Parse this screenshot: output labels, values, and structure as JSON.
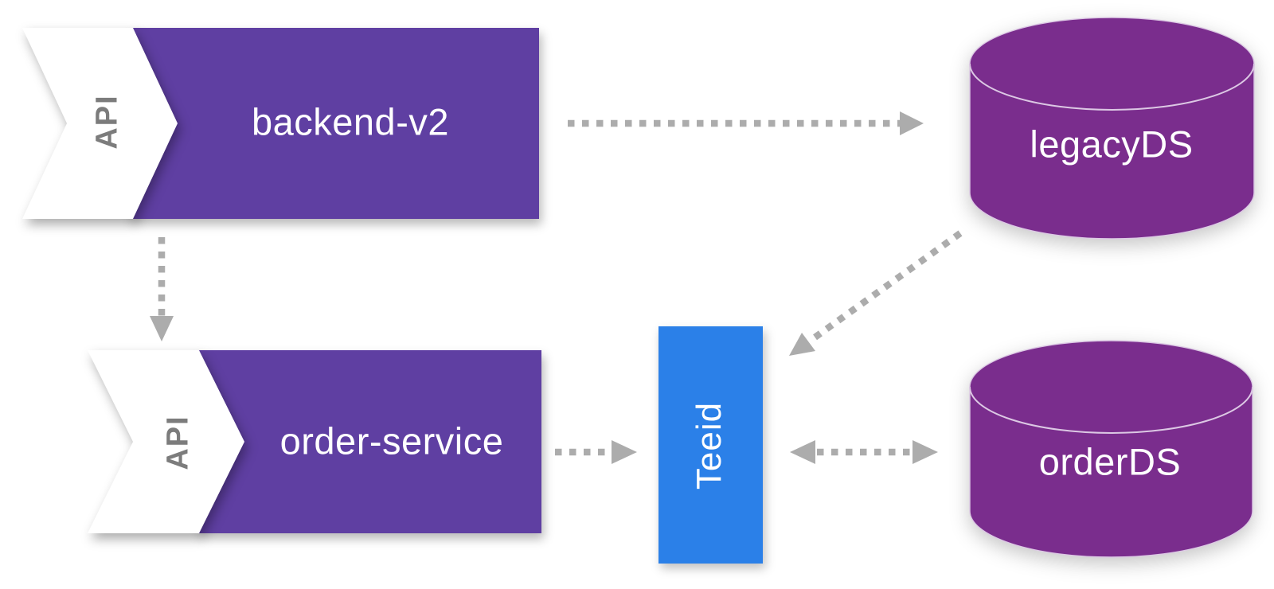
{
  "nodes": {
    "backend": {
      "label": "backend-v2",
      "tag": "API",
      "shape": "rectangle-with-api-chevron"
    },
    "order_service": {
      "label": "order-service",
      "tag": "API",
      "shape": "rectangle-with-api-chevron"
    },
    "teiid": {
      "label": "Teeid",
      "shape": "vertical-rectangle"
    },
    "legacy_ds": {
      "label": "legacyDS",
      "shape": "database-cylinder"
    },
    "order_ds": {
      "label": "orderDS",
      "shape": "database-cylinder"
    }
  },
  "edges": [
    {
      "from": "backend-v2",
      "to": "legacyDS",
      "line": "dotted",
      "direction": "one-way"
    },
    {
      "from": "backend-v2",
      "to": "order-service",
      "line": "dotted",
      "direction": "one-way"
    },
    {
      "from": "legacyDS",
      "to": "Teeid",
      "line": "dotted",
      "direction": "one-way"
    },
    {
      "from": "order-service",
      "to": "Teeid",
      "line": "dotted",
      "direction": "one-way"
    },
    {
      "from": "Teeid",
      "to": "orderDS",
      "line": "dotted",
      "direction": "two-way"
    }
  ],
  "colors": {
    "service_box": "#5F3FA2",
    "datastore": "#7A2D8D",
    "teiid": "#2B80E8",
    "cylinder_outline": "#DCC8E4",
    "arrow": "#ACACAC",
    "api_text": "#7C7C7C",
    "label_text": "#FFFFFF",
    "background": "#FFFFFF"
  }
}
